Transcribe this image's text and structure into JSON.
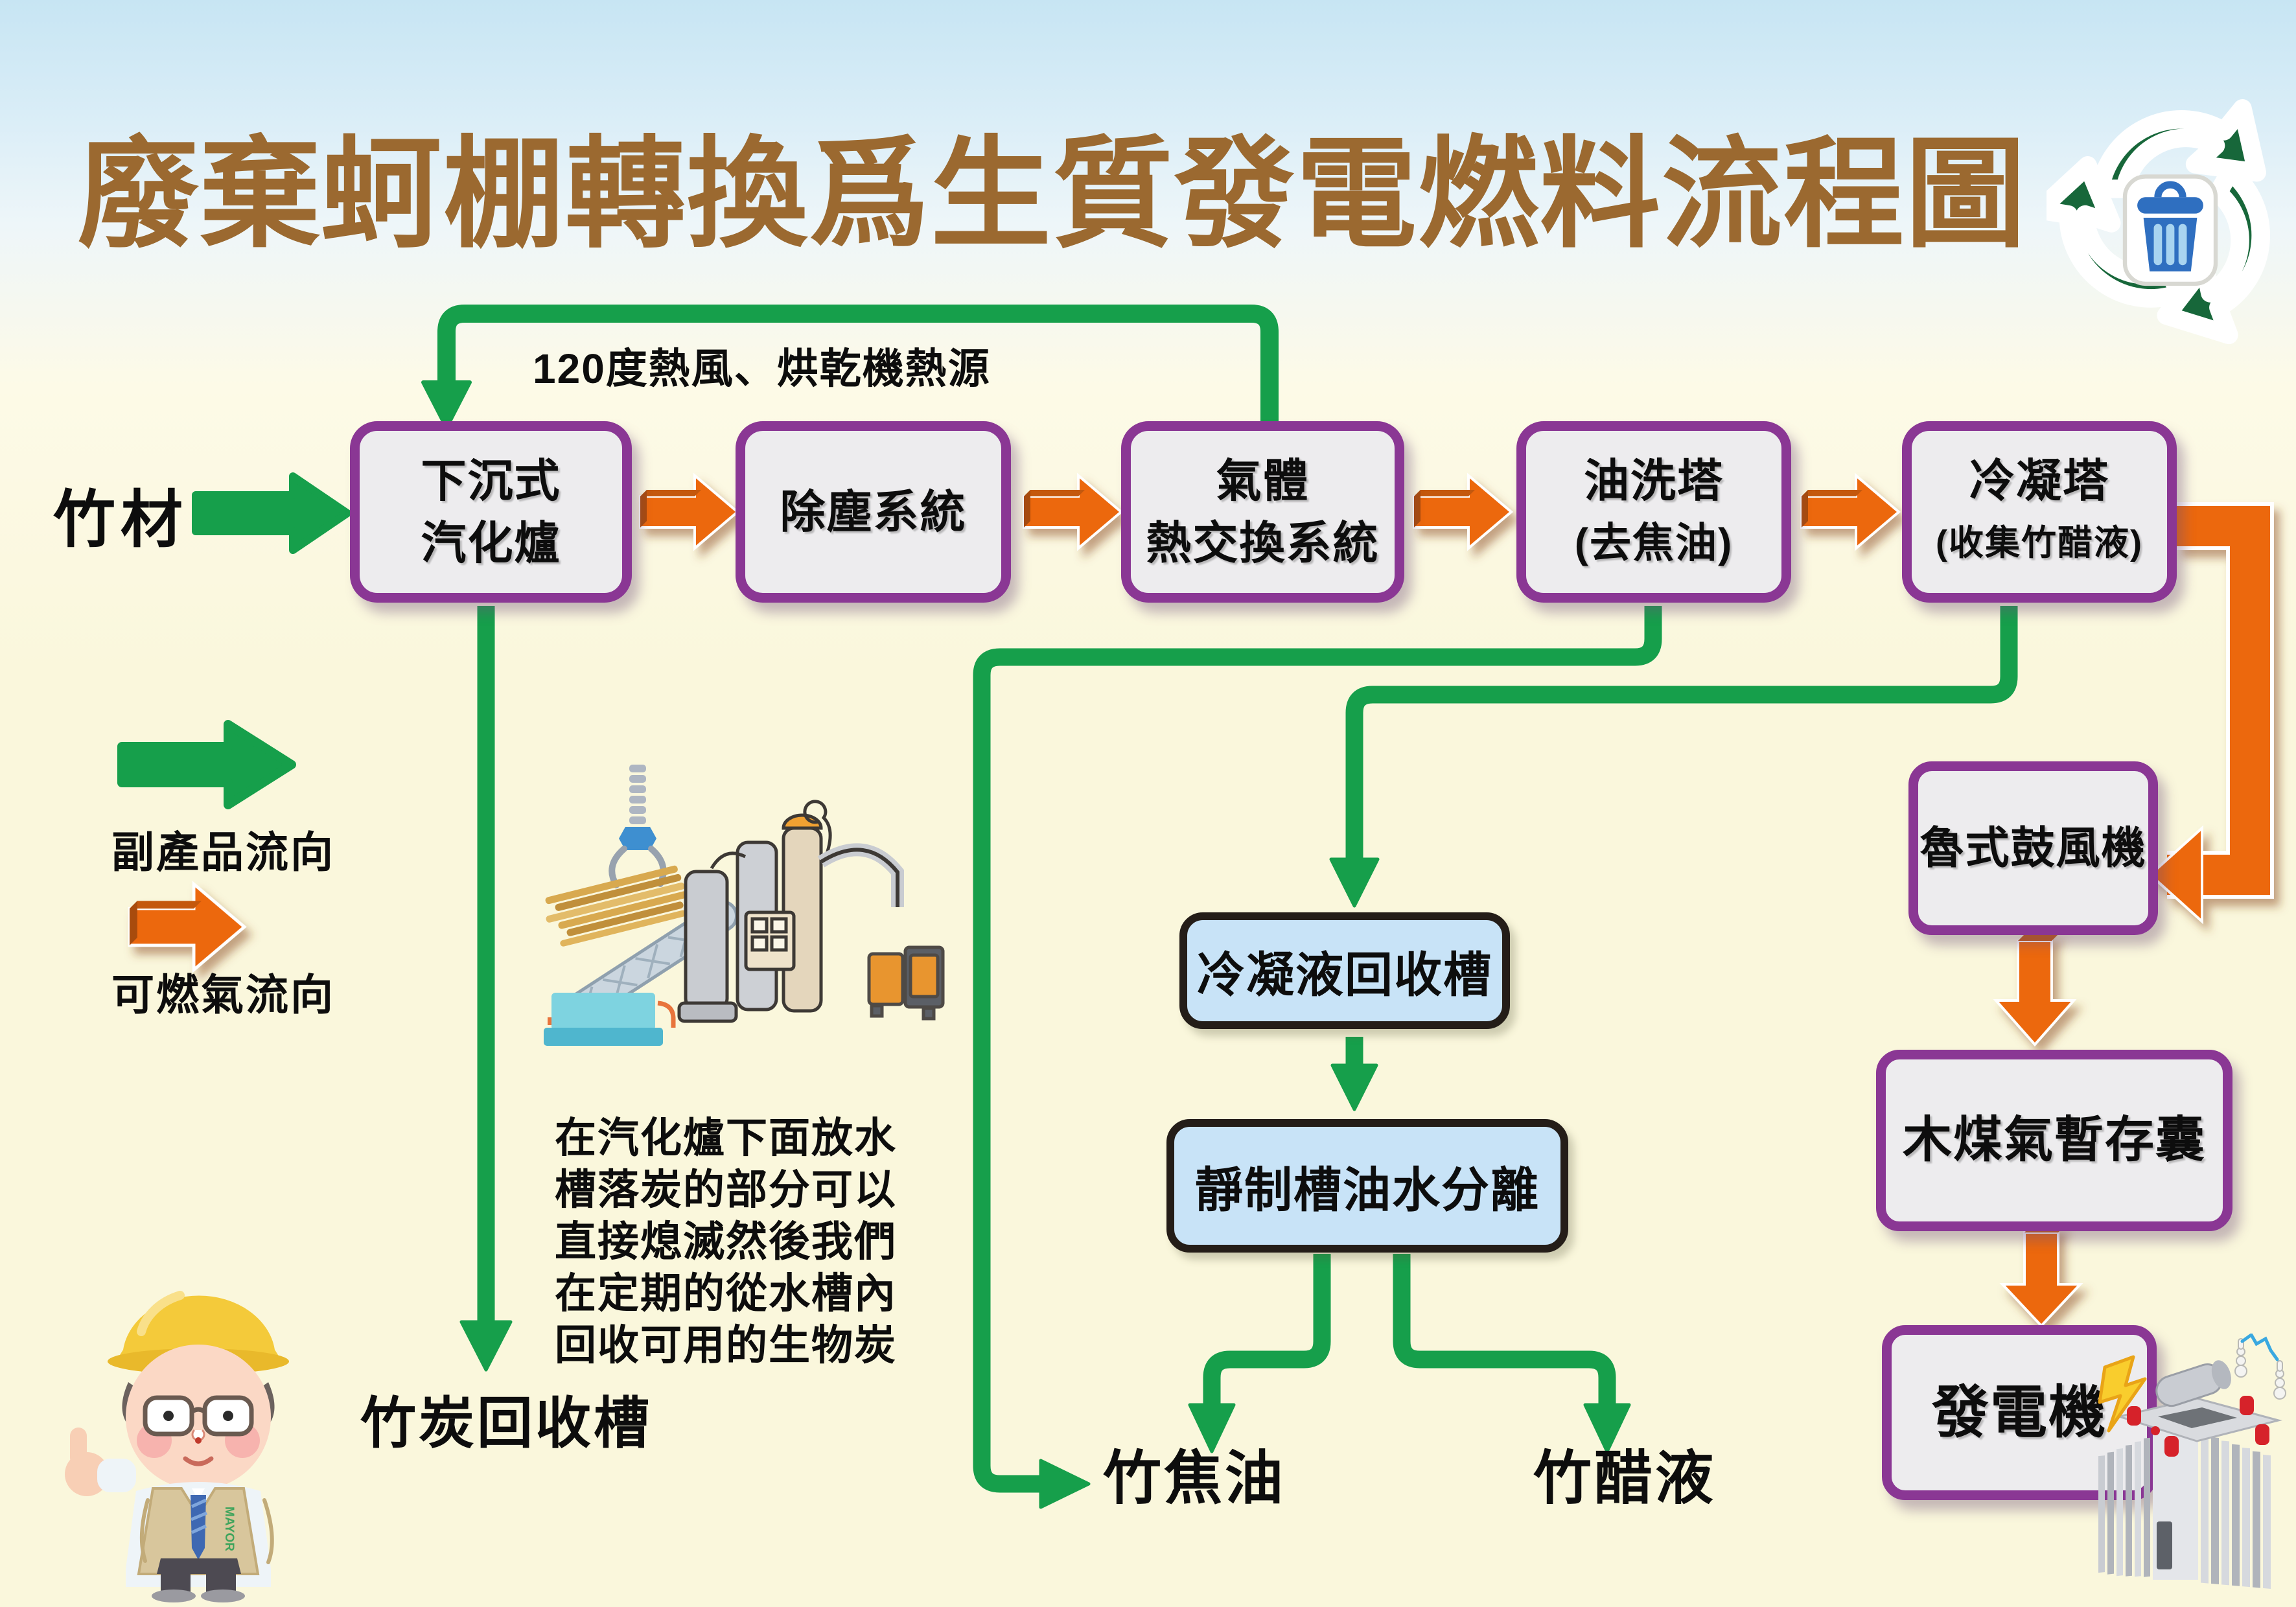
{
  "title": {
    "text": "廢棄蚵棚轉換爲生質發電燃料流程圖",
    "color": "#9b6930"
  },
  "loop": {
    "label": "120度熱風、烘乾機熱源"
  },
  "input": {
    "label": "竹材"
  },
  "flow": {
    "boxes": [
      {
        "id": "gasifier",
        "lines": [
          "下沉式",
          "汽化爐"
        ]
      },
      {
        "id": "dust-removal",
        "lines": [
          "除塵系統"
        ]
      },
      {
        "id": "heat-exchange",
        "lines": [
          "氣體",
          "熱交換系統"
        ]
      },
      {
        "id": "oil-wash-tower",
        "lines": [
          "油洗塔",
          "(去焦油)"
        ]
      },
      {
        "id": "condensing-tower",
        "lines": [
          "冷凝塔",
          "(收集竹醋液)"
        ]
      }
    ]
  },
  "legend": {
    "items": [
      {
        "label": "副產品流向",
        "color": "#169f4b"
      },
      {
        "label": "可燃氣流向",
        "color": "#ec670d"
      }
    ]
  },
  "note": {
    "lines": [
      "在汽化爐下面放水",
      "槽落炭的部分可以",
      "直接熄滅然後我們",
      "在定期的從水槽內",
      "回收可用的生物炭"
    ]
  },
  "outputs": {
    "charcoal": "竹炭回收槽",
    "tar": "竹焦油",
    "vinegar": "竹醋液"
  },
  "mid": {
    "condensate": "冷凝液回收槽",
    "separator": "靜制槽油水分離"
  },
  "right": {
    "blower": "魯式鼓風機",
    "gasbag": "木煤氣暫存囊",
    "generator": "發電機"
  },
  "worker": {
    "badge": "MAYOR"
  },
  "colors": {
    "green_flow": "#169f4b",
    "orange_flow": "#ec670d",
    "box_border_purple": "#8a3794",
    "box_fill_gray": "#edecee",
    "blue_box_fill": "#c8e3f7",
    "recycle_green": "#17673a",
    "trash_blue": "#2f6fc0",
    "background_cream": "#faf7dc",
    "background_sky": "#c7e5f3"
  }
}
